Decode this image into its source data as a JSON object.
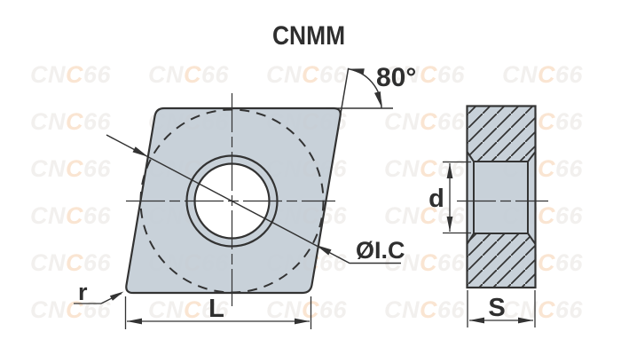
{
  "title": "CNMM",
  "front_view": {
    "angle_label": "80°",
    "inscribed_circle_label": "ØI.C",
    "corner_radius_label": "r",
    "edge_length_label": "L"
  },
  "side_view": {
    "hole_diameter_label": "d",
    "thickness_label": "S"
  },
  "watermark": {
    "prefix": "CN",
    "accent": "C",
    "suffix": "66"
  },
  "colors": {
    "line": "#333333",
    "insert_fill": "rgba(195,205,214,0.92)",
    "watermark_gray": "#f2f0ee",
    "watermark_accent": "#fae5d2"
  }
}
